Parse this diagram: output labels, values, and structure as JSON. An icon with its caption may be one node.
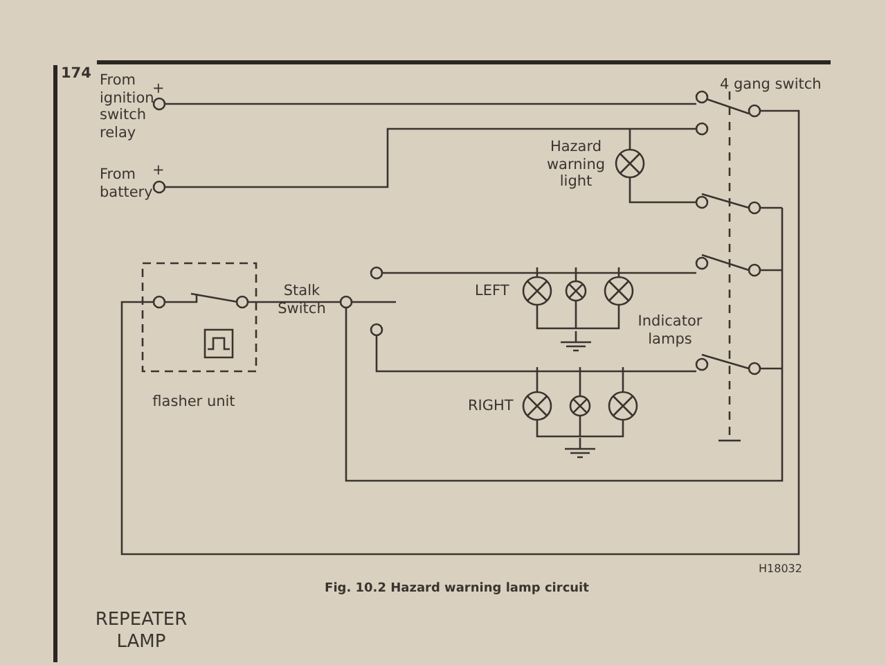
{
  "diagram": {
    "caption": "Fig. 10.2 Hazard warning lamp circuit",
    "labels": [
      "174",
      "From ignition switch relay",
      "+",
      "From battery",
      "+",
      "4 gang switch",
      "Hazard warning light",
      "Stalk Switch",
      "LEFT",
      "Indicator lamps",
      "flasher unit",
      "RIGHT",
      "H18032",
      "REPEATER LAMP"
    ]
  }
}
